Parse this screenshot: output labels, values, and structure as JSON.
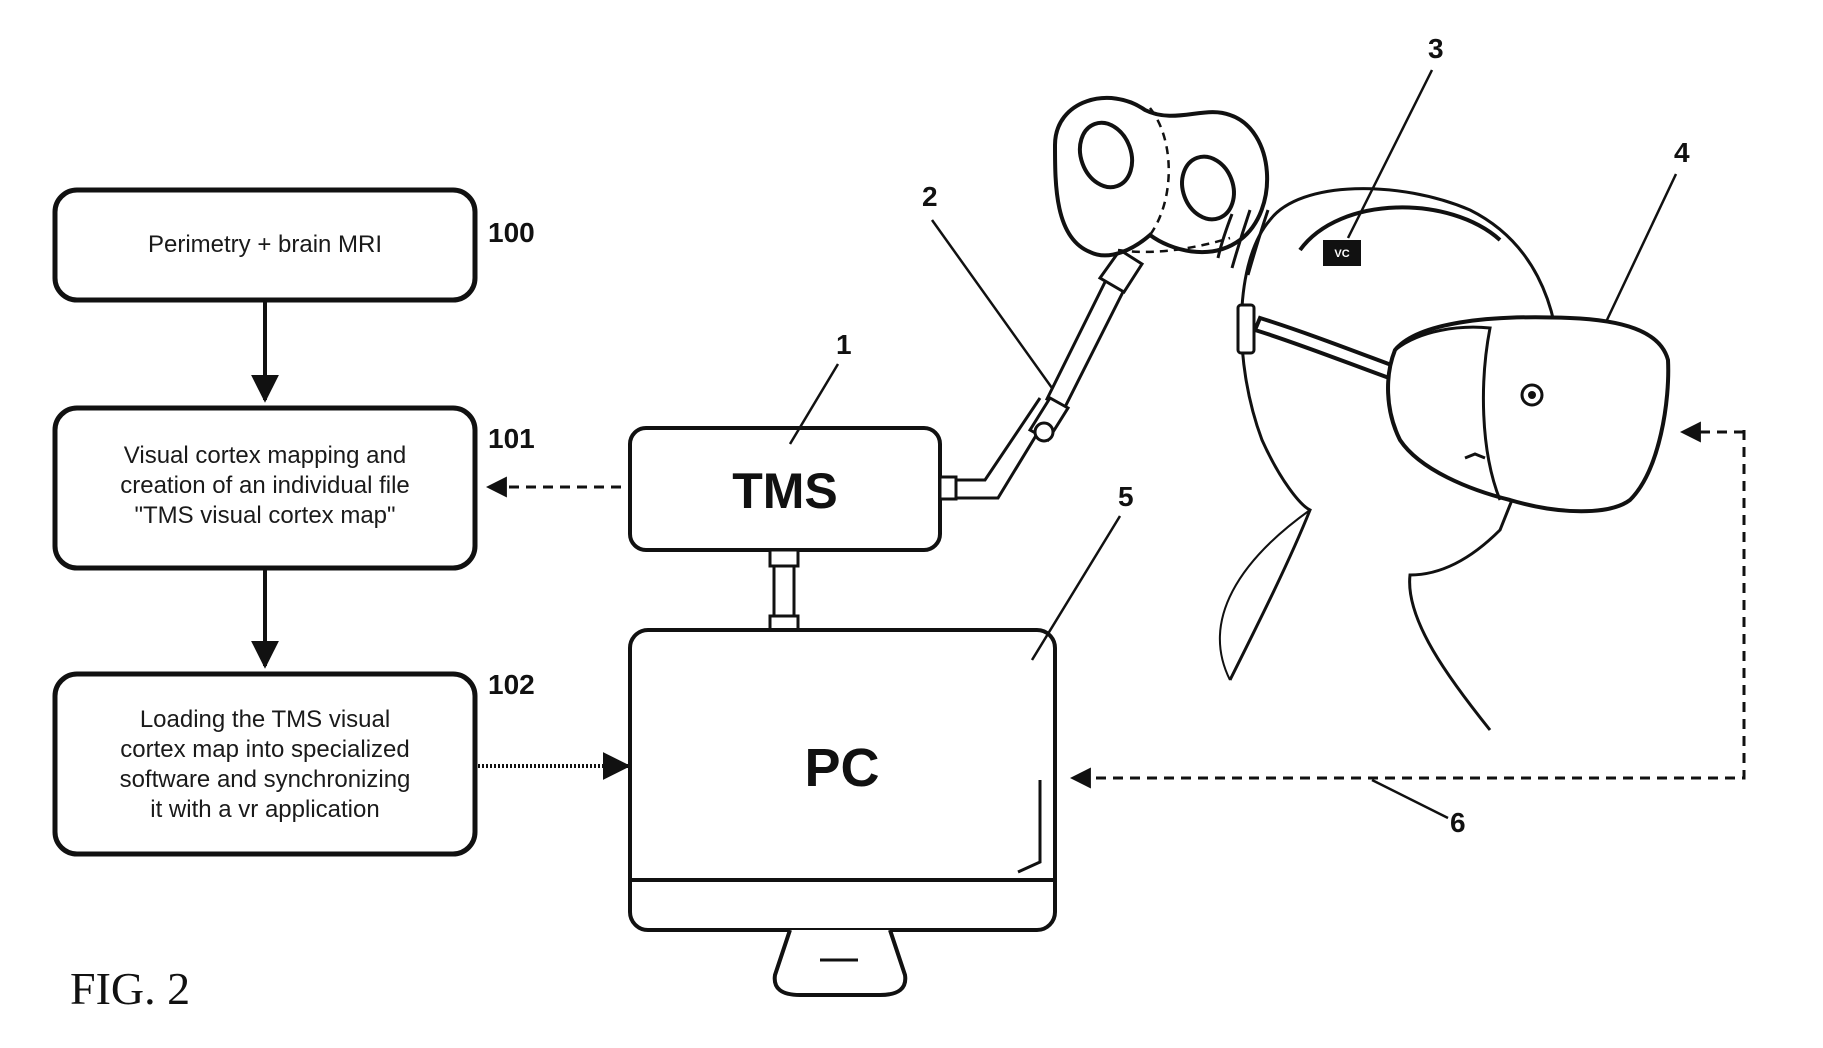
{
  "figure_label": "FIG. 2",
  "steps": [
    {
      "ref": "100",
      "lines": [
        "Perimetry + brain MRI"
      ]
    },
    {
      "ref": "101",
      "lines": [
        "Visual cortex mapping and",
        "creation of an individual file",
        "\"TMS visual cortex map\""
      ]
    },
    {
      "ref": "102",
      "lines": [
        "Loading the TMS visual",
        "cortex map into specialized",
        "software and synchronizing",
        "it with a vr application"
      ]
    }
  ],
  "devices": {
    "tms": {
      "label": "TMS",
      "ref": "1"
    },
    "pc": {
      "label": "PC",
      "ref": "5"
    },
    "coil": {
      "ref": "2"
    },
    "visual_cortex": {
      "label": "VC",
      "ref": "3"
    },
    "headset": {
      "ref": "4"
    },
    "link": {
      "ref": "6"
    }
  }
}
